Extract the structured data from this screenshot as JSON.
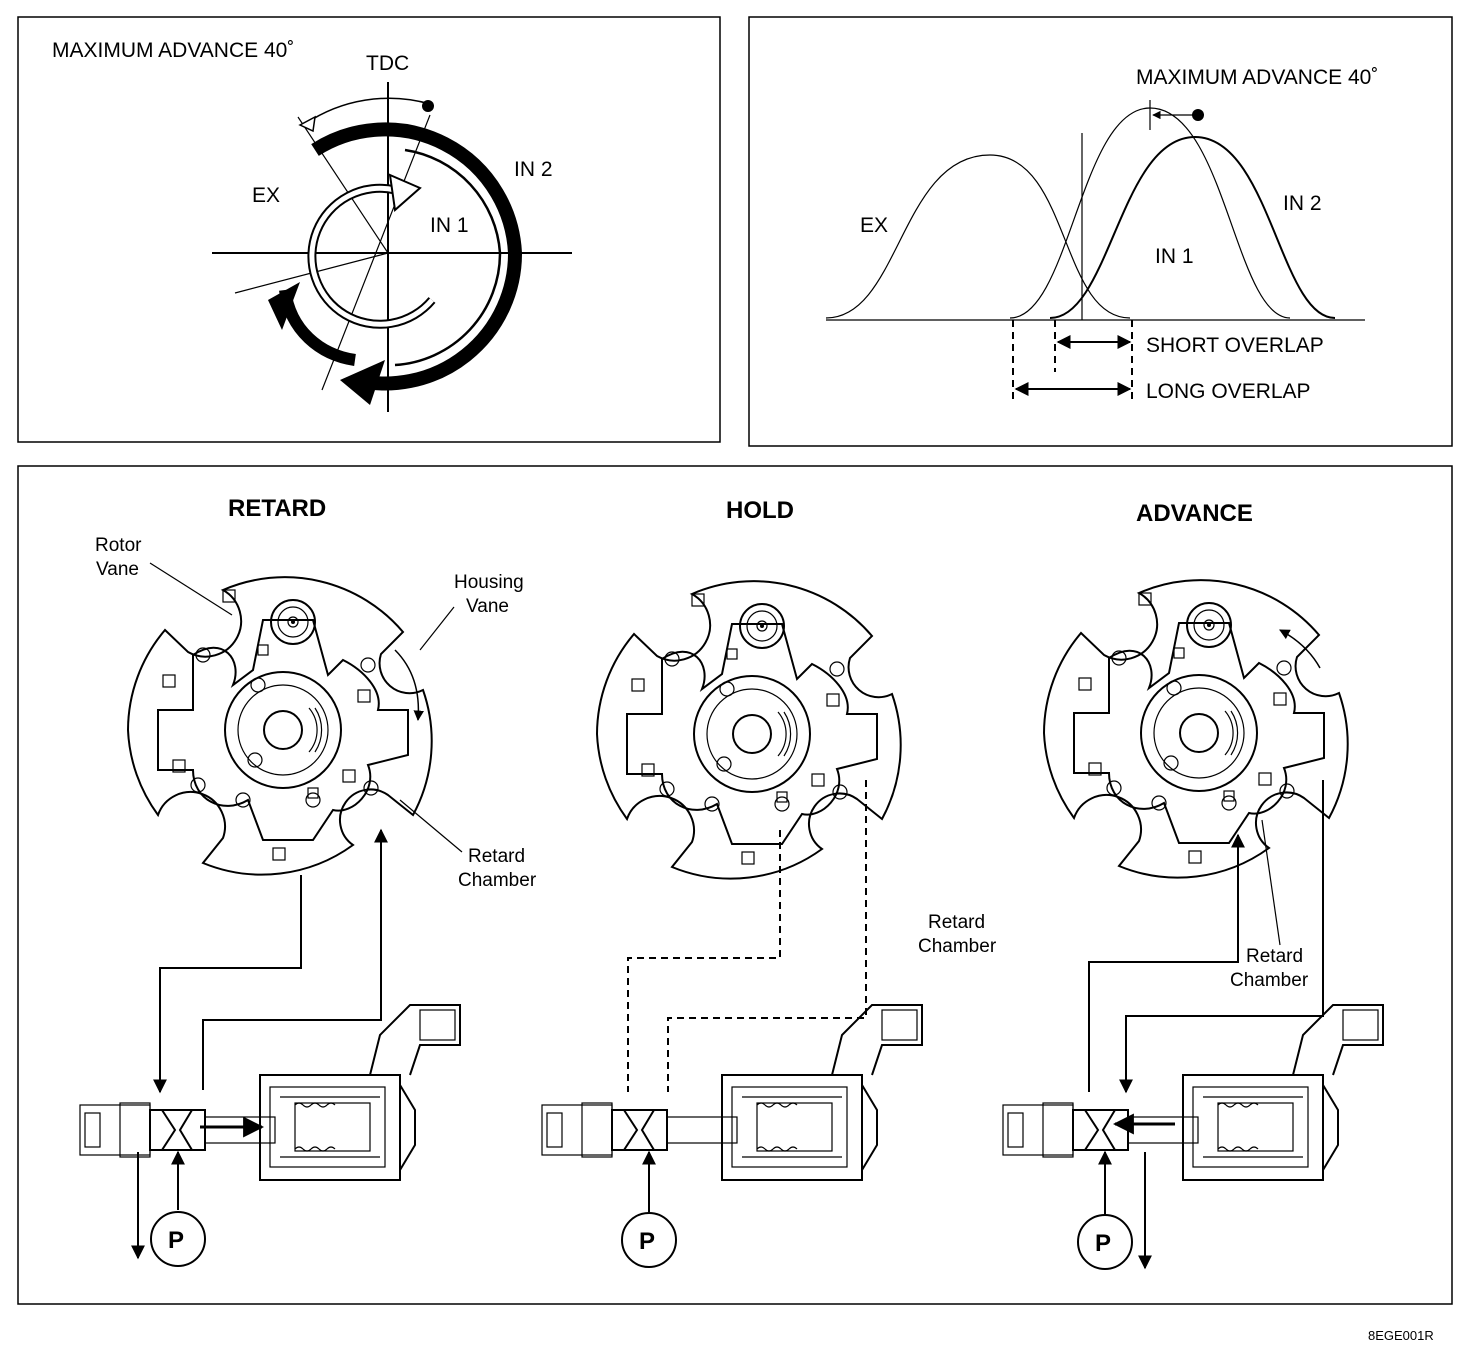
{
  "timing_panel": {
    "title": "MAXIMUM ADVANCE 40˚",
    "tdc_label": "TDC",
    "ex_label": "EX",
    "in1_label": "IN 1",
    "in2_label": "IN 2"
  },
  "lift_panel": {
    "title": "MAXIMUM ADVANCE 40˚",
    "ex_label": "EX",
    "in1_label": "IN 1",
    "in2_label": "IN 2",
    "short_overlap_label": "SHORT OVERLAP",
    "long_overlap_label": "LONG OVERLAP"
  },
  "modes": {
    "retard": {
      "title": "RETARD",
      "rotor_vane_label_1": "Rotor",
      "rotor_vane_label_2": "Vane",
      "housing_vane_label_1": "Housing",
      "housing_vane_label_2": "Vane",
      "chamber_label_1": "Retard",
      "chamber_label_2": "Chamber",
      "pump_label": "P"
    },
    "hold": {
      "title": "HOLD",
      "chamber_label_1": "Retard",
      "chamber_label_2": "Chamber",
      "pump_label": "P"
    },
    "advance": {
      "title": "ADVANCE",
      "chamber_label_1": "Retard",
      "chamber_label_2": "Chamber",
      "pump_label": "P"
    }
  },
  "figure_code": "8EGE001R"
}
